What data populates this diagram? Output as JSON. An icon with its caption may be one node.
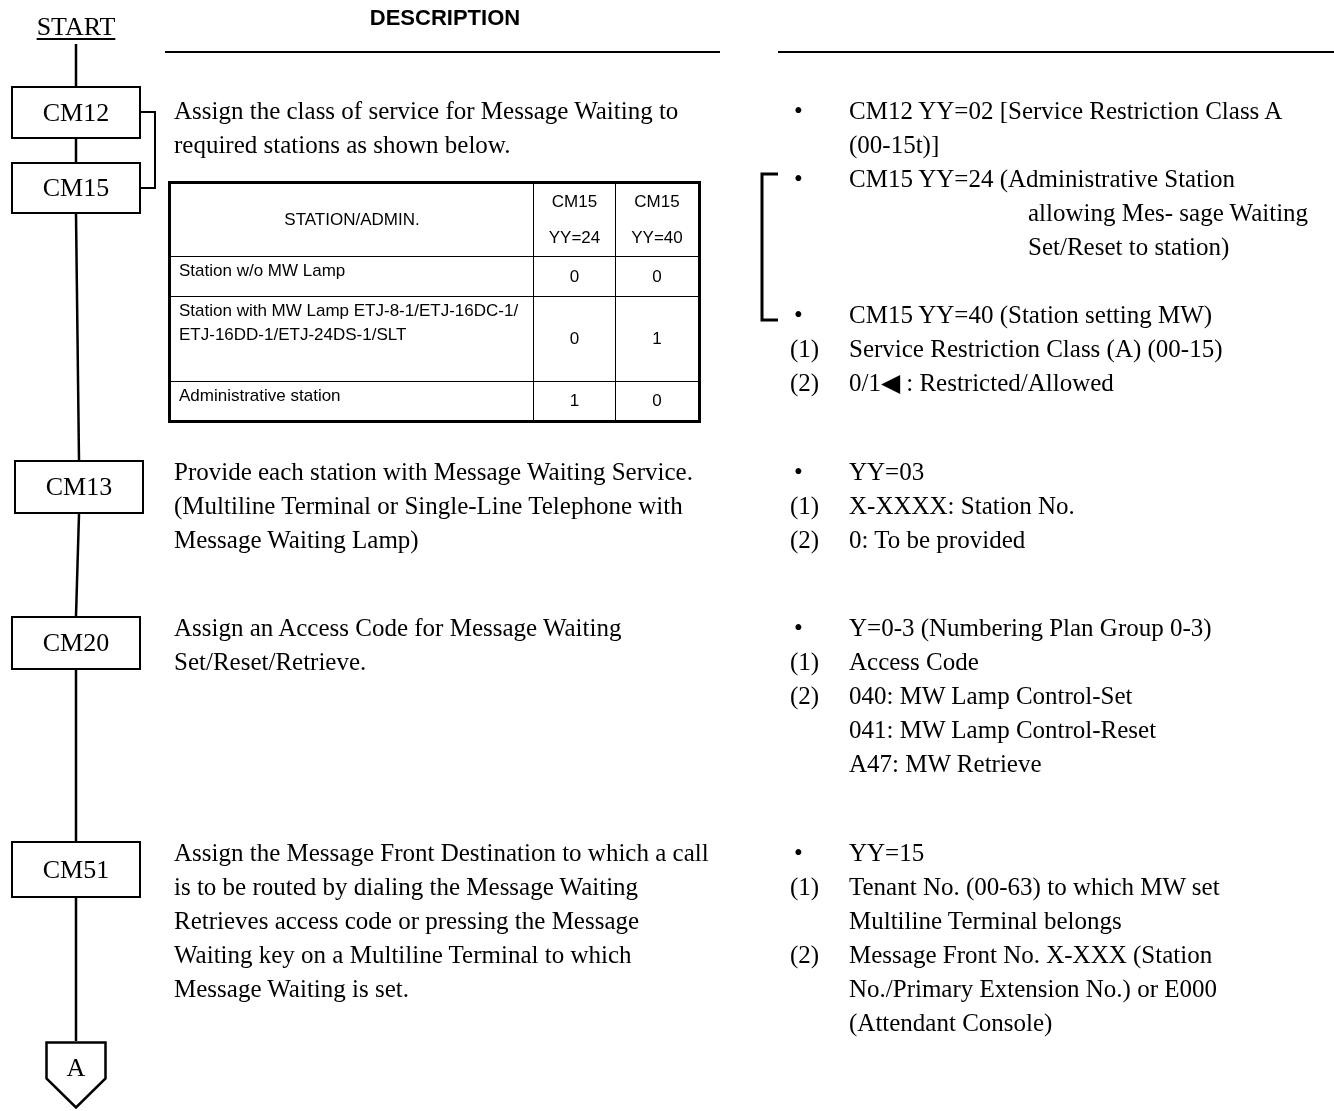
{
  "diagram": {
    "title": "DESCRIPTION",
    "nodes": [
      {
        "text": [
          "START"
        ]
      },
      {
        "text": [
          "CM12"
        ]
      },
      {
        "text": [
          "CM15"
        ]
      },
      {
        "text": [
          "CM13"
        ]
      },
      {
        "text": [
          "CM20"
        ]
      },
      {
        "text": [
          "CM51"
        ]
      },
      {
        "text": [
          "A"
        ]
      }
    ],
    "edges": [
      {
        "from": 0,
        "to": 1,
        "arrow": "none"
      },
      {
        "from": 1,
        "to": 2,
        "arrow": "none"
      },
      {
        "from": 2,
        "to": 3,
        "arrow": "none"
      },
      {
        "from": 3,
        "to": 4,
        "arrow": "none"
      },
      {
        "from": 4,
        "to": 5,
        "arrow": "none"
      },
      {
        "from": 5,
        "to": 6,
        "arrow": "none"
      }
    ],
    "labels": [
      "Assign the class of service for Message Waiting to required stations as shown below.",
      "STATION/ADMIN.",
      "CM15 YY=24",
      "CM15 YY=40",
      "Station w/o MW Lamp",
      "0",
      "0",
      "Station with MW Lamp ETJ-8-1/ETJ-16DC-1/ ETJ-16DD-1/ETJ-24DS-1/SLT",
      "0",
      "1",
      "Administrative station",
      "1",
      "0",
      "•",
      "CM12 YY=02 [Service Restriction Class A (00-15t)]",
      "•",
      "CM15 YY=24 (Administrative Station allowing Mes- sage Waiting Set/Reset to station)",
      "•",
      "CM15 YY=40 (Station setting MW)",
      "(1)",
      "Service Restriction Class (A) (00-15)",
      "(2)",
      "0/1◀ : Restricted/Allowed",
      "Provide each station with Message Waiting Service. (Multiline Terminal or Single-Line Telephone with Message Waiting Lamp)",
      "•",
      "YY=03",
      "(1)",
      "X-XXXX: Station No.",
      "(2)",
      "0: To be provided",
      "Assign an Access Code for Message Waiting Set/Reset/Retrieve.",
      "•",
      "Y=0-3 (Numbering Plan Group 0-3)",
      "(1)",
      "Access Code",
      "(2)",
      "040: MW Lamp Control-Set",
      "041: MW Lamp Control-Reset",
      "A47: MW Retrieve",
      "Assign the Message Front Destination to which a call is to be routed by dialing the Message Waiting Retrieves access code or pressing the Message Waiting key on a Multiline Terminal to which Message Waiting is set.",
      "•",
      "YY=15",
      "(1)",
      "Tenant No. (00-63) to which MW set Multiline Terminal belongs",
      "(2)",
      "Message Front No. X-XXX (Station No./Primary Extension No.) or E000 (Attendant Console)"
    ]
  }
}
